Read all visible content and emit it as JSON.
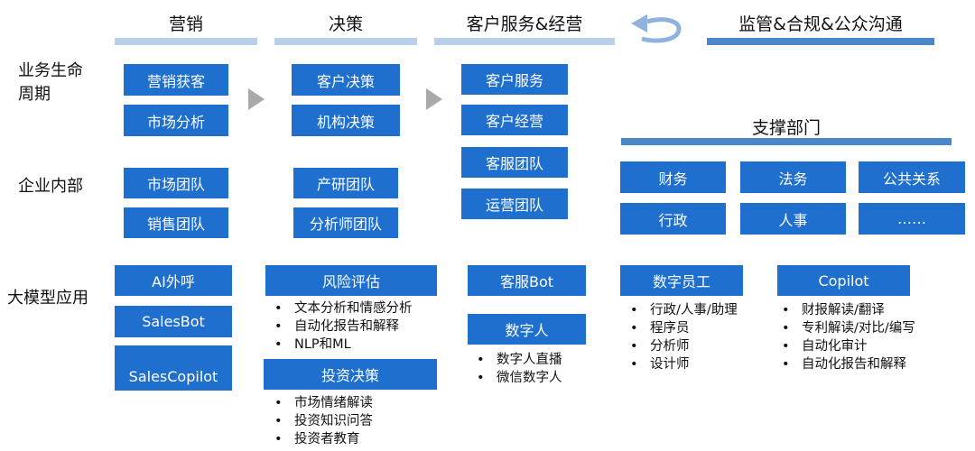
{
  "headers": {
    "marketing": "营销",
    "decision": "决策",
    "service": "客户服务&经营",
    "compliance": "监管&合规&公众沟通"
  },
  "row_labels": {
    "lifecycle": "业务生命\n周期",
    "internal": "企业内部",
    "llm_apps": "大模型应用"
  },
  "lifecycle": {
    "marketing": [
      "营销获客",
      "市场分析"
    ],
    "decision": [
      "客户决策",
      "机构决策"
    ],
    "service": [
      "客户服务",
      "客户经营",
      "客服团队",
      "运营团队"
    ]
  },
  "internal": {
    "marketing": [
      "市场团队",
      "销售团队"
    ],
    "decision": [
      "产研团队",
      "分析师团队"
    ]
  },
  "support": {
    "title": "支撑部门",
    "items": [
      "财务",
      "法务",
      "公共关系",
      "行政",
      "人事",
      "……"
    ]
  },
  "apps": {
    "marketing": [
      "AI外呼",
      "SalesBot",
      "SalesCopilot"
    ],
    "risk": {
      "title": "风险评估",
      "bullets": [
        "文本分析和情感分析",
        "自动化报告和解释",
        "NLP和ML"
      ]
    },
    "invest": {
      "title": "投资决策",
      "bullets": [
        "市场情绪解读",
        "投资知识问答",
        "投资者教育"
      ]
    },
    "service_bot": "客服Bot",
    "digital_human": {
      "title": "数字人",
      "bullets": [
        "数字人直播",
        "微信数字人"
      ]
    },
    "digital_employee": {
      "title": "数字员工",
      "bullets": [
        "行政/人事/助理",
        "程序员",
        "分析师",
        "设计师"
      ]
    },
    "copilot": {
      "title": "Copilot",
      "bullets": [
        "财报解读/翻译",
        "专利解读/对比/编写",
        "自动化审计",
        "自动化报告和解释"
      ]
    }
  },
  "colors": {
    "box_blue": "#1f6fcf",
    "light_bar": "#b8d0ea",
    "dark_bar": "#4a86c8",
    "arrow_gray": "#a9a9a9"
  }
}
